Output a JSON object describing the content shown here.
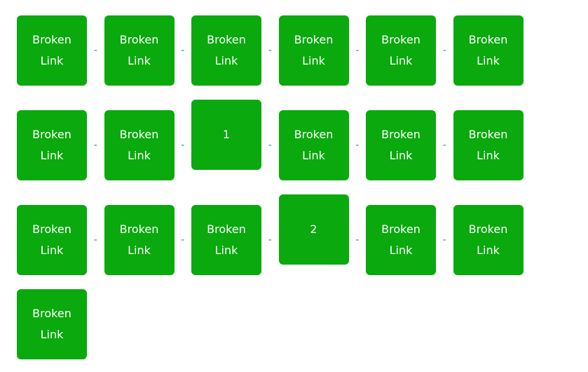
{
  "colors": {
    "box": "#0aa90d",
    "separator": "#1a9a8a",
    "text": "#ffffff"
  },
  "separator": "-",
  "rows": [
    [
      "Broken Link",
      "Broken Link",
      "Broken Link",
      "Broken Link",
      "Broken Link",
      "Broken Link"
    ],
    [
      "Broken Link",
      "Broken Link",
      "1",
      "Broken Link",
      "Broken Link",
      "Broken Link"
    ],
    [
      "Broken Link",
      "Broken Link",
      "Broken Link",
      "2",
      "Broken Link",
      "Broken Link"
    ],
    [
      "Broken Link"
    ]
  ]
}
